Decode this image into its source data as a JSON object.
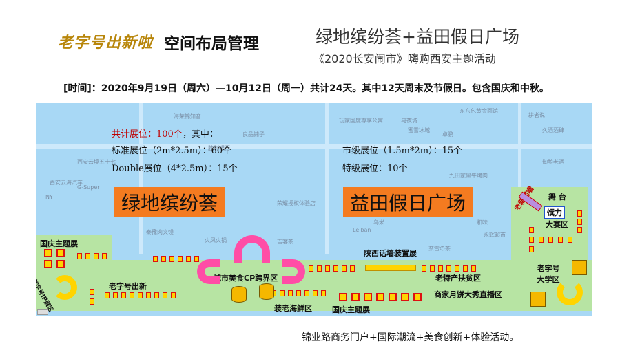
{
  "header": {
    "logo_script": "老字号出新啦",
    "logo_title": "空间布局管理",
    "event_title": "绿地缤纷荟+益田假日广场",
    "event_subtitle": "《2020长安闹市》嗨购西安主题活动"
  },
  "schedule": {
    "label": "[时间]",
    "text": "：2020年9月19日（周六）—10月12日（周一）共计24天。其中12天周末及节假日。包含国庆和中秋。"
  },
  "stats": {
    "total": "共计展位：100个",
    "total_suffix": "，其中：",
    "standard": "标准展位（2m*2.5m）：60个",
    "double": "Double展位（4*2.5m）：15个",
    "city": "市级展位（1.5m*2m）：15个",
    "special": "特级展位：10个"
  },
  "venues": {
    "left": "绿地缤纷荟",
    "right": "益田假日广场"
  },
  "zones": {
    "national_day_top": "国庆主题展",
    "ip_zone": "老字号IP展区",
    "laozihao_new": "老字号出新",
    "food_cp": "城市美食CP跨界区",
    "seafood": "装老海鲜区",
    "national_day_bottom": "国庆主题展",
    "shaanxi_wall": "陕西话墙装置展",
    "poverty": "老特产扶贫区",
    "mooncake": "商家月饼大秀直播区",
    "university": "老字号大学区",
    "new_street": "老新闻墙",
    "stage": "舞 台",
    "brand": "馔力",
    "contest": "大赛区"
  },
  "map_labels": [
    "海荣锦知音",
    "玩家国度尊享公寓",
    "东东包黄金面馆",
    "西安云境五十七",
    "乌夜城",
    "蜜雪冰城",
    "胜利银行",
    "良品铺子",
    "荣耀授权体验店",
    "九田家黑牛烤肉",
    "西安云海汽车",
    "秦豫肉夹馍",
    "火凤火锅",
    "吉客茶",
    "乌米",
    "永辉超市",
    "NY",
    "G-Super",
    "Le'ban",
    "和味",
    "奈雪の茶",
    "卓鹏",
    "耕者说",
    "久酒酒肆",
    "御酿老酒"
  ],
  "colors": {
    "map_water": "#a8d8f5",
    "zone_green": "#b7e4a3",
    "venue_orange": "#f47b20",
    "booth_yellow": "#ffd400",
    "booth_border": "#dd1111",
    "arch_pink": "#ff4da6",
    "stat_red": "#c00000"
  },
  "footer": {
    "text": "锦业路商务门户+国际潮流+美食创新+体验活动。"
  }
}
